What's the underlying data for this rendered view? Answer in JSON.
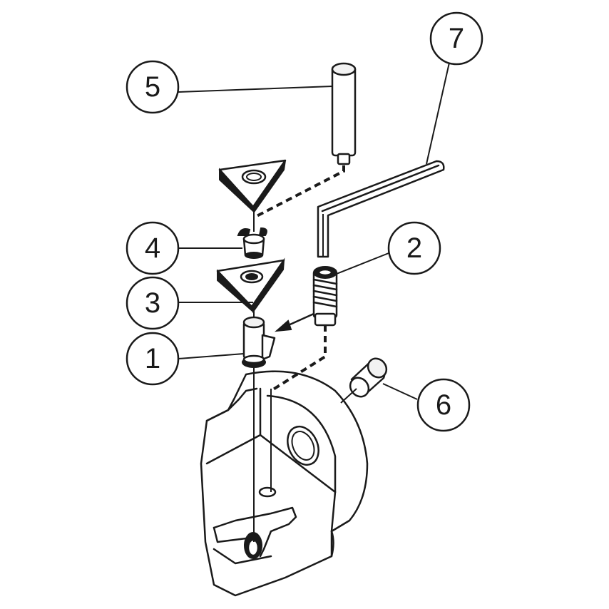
{
  "diagram": {
    "callouts": [
      {
        "id": "callout-1",
        "label": "1",
        "part": "shim-pin"
      },
      {
        "id": "callout-2",
        "label": "2",
        "part": "shim-screw"
      },
      {
        "id": "callout-3",
        "label": "3",
        "part": "shim"
      },
      {
        "id": "callout-4",
        "label": "4",
        "part": "lever"
      },
      {
        "id": "callout-5",
        "label": "5",
        "part": "punch"
      },
      {
        "id": "callout-6",
        "label": "6",
        "part": "plug"
      },
      {
        "id": "callout-7",
        "label": "7",
        "part": "hex-key"
      }
    ]
  }
}
